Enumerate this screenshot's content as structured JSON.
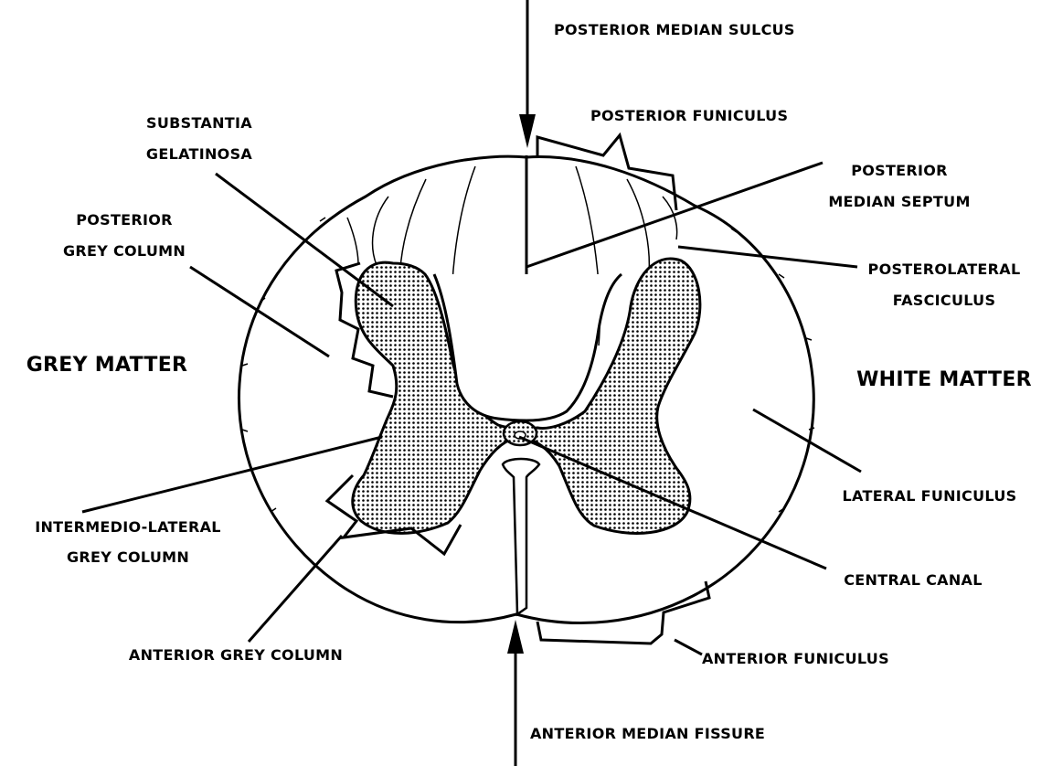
{
  "diagram": {
    "labels": {
      "posterior_median_sulcus": "POSTERIOR MEDIAN SULCUS",
      "posterior_funiculus": "POSTERIOR FUNICULUS",
      "substantia_gelatinosa_1": "SUBSTANTIA",
      "substantia_gelatinosa_2": "GELATINOSA",
      "posterior_median_septum_1": "POSTERIOR",
      "posterior_median_septum_2": "MEDIAN SEPTUM",
      "posterior_grey_column_1": "POSTERIOR",
      "posterior_grey_column_2": "GREY COLUMN",
      "posterolateral_fasciculus_1": "POSTEROLATERAL",
      "posterolateral_fasciculus_2": "FASCICULUS",
      "grey_matter": "GREY MATTER",
      "white_matter": "WHITE MATTER",
      "lateral_funiculus": "LATERAL FUNICULUS",
      "intermedio_lateral_1": "INTERMEDIO-LATERAL",
      "intermedio_lateral_2": "GREY COLUMN",
      "central_canal": "CENTRAL CANAL",
      "anterior_grey_column": "ANTERIOR GREY COLUMN",
      "anterior_funiculus": "ANTERIOR FUNICULUS",
      "anterior_median_fissure": "ANTERIOR MEDIAN FISSURE"
    }
  }
}
